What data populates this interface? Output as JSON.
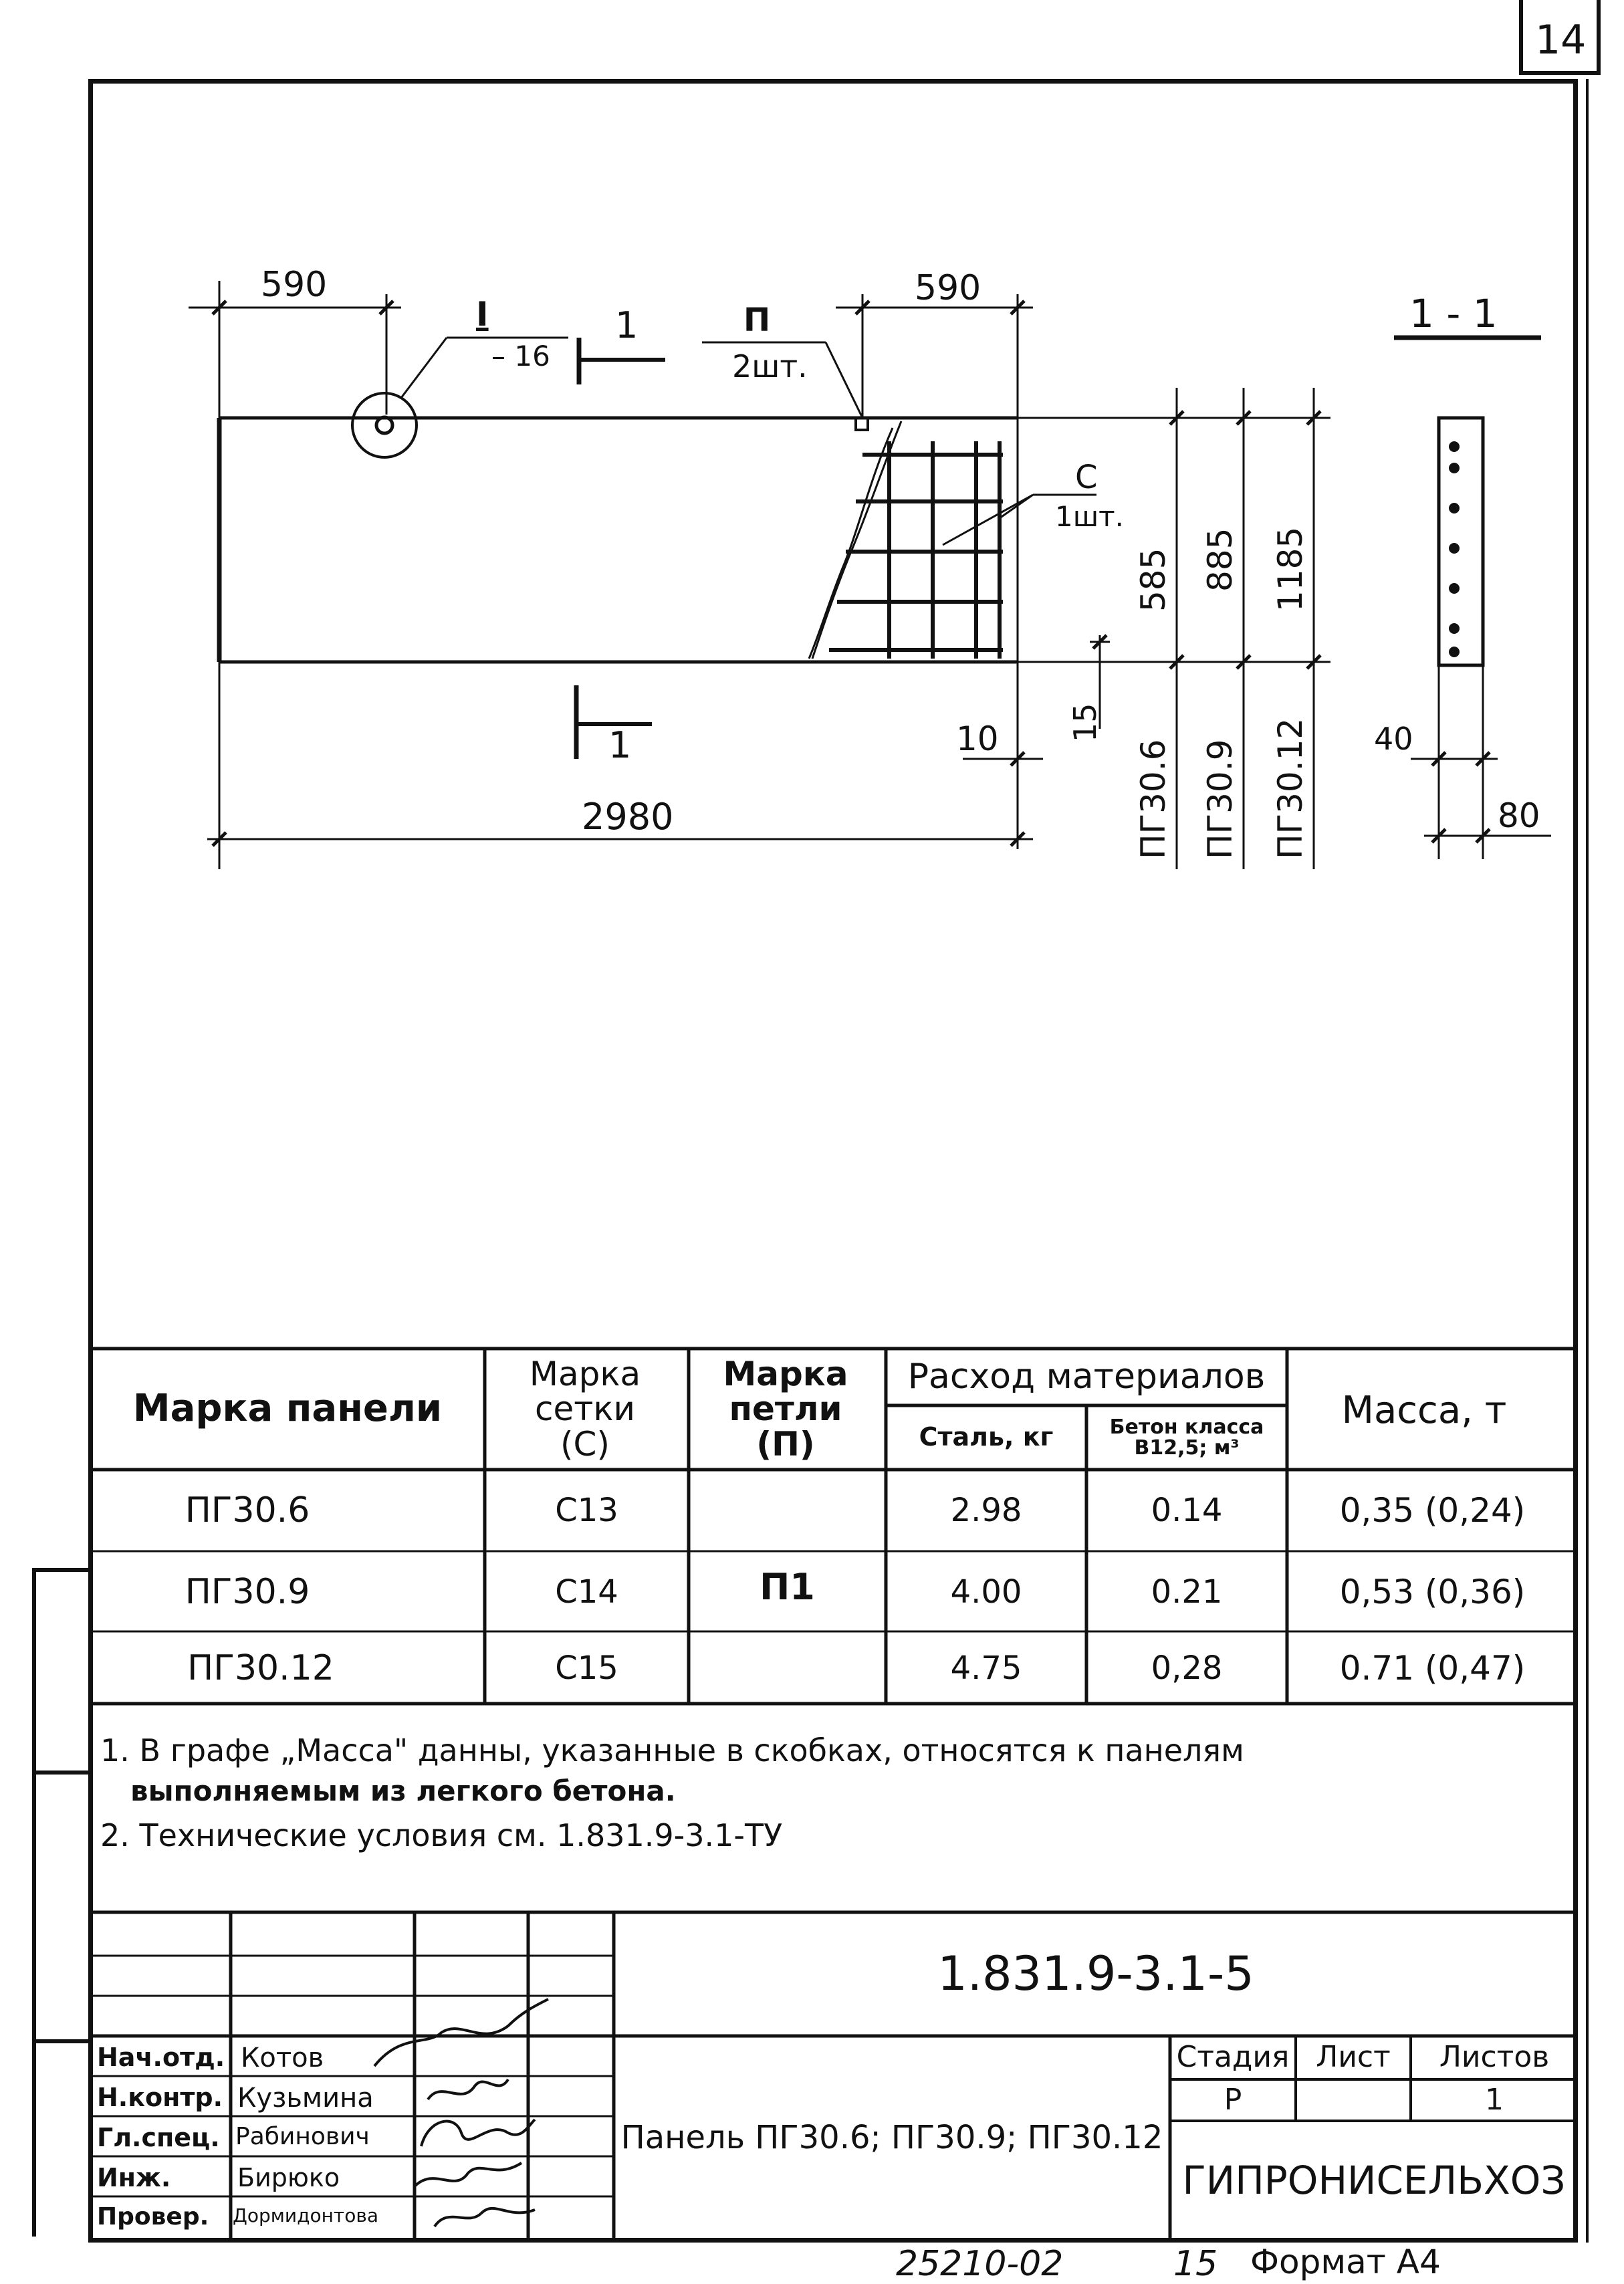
{
  "sheet": {
    "page_number": "14"
  },
  "drawing": {
    "dim_top_left": "590",
    "dim_top_right": "590",
    "callout_i": "I",
    "callout_i_sub": "– 16",
    "section_mark_top": "1",
    "section_mark_bottom": "1",
    "callout_p": "П",
    "callout_p_qty": "2шт.",
    "callout_c": "С",
    "callout_c_qty": "1шт.",
    "dim_10": "10",
    "dim_15": "15",
    "dim_total_width": "2980",
    "heights": [
      {
        "value": "585",
        "mark": "ПГ30.6"
      },
      {
        "value": "885",
        "mark": "ПГ30.9"
      },
      {
        "value": "1185",
        "mark": "ПГ30.12"
      }
    ],
    "section_title": "1 - 1",
    "section_dim_40": "40",
    "section_dim_80": "80"
  },
  "table": {
    "headers": {
      "panel": "Марка панели",
      "mesh": "Марка сетки (С)",
      "loop": "Марка петли (П)",
      "consumption": "Расход материалов",
      "steel": "Сталь, кг",
      "concrete": "Бетон класса В12,5; м³",
      "mass": "Масса, т"
    },
    "rows": [
      {
        "panel": "ПГ30.6",
        "mesh": "С13",
        "steel": "2.98",
        "concrete": "0.14",
        "mass": "0,35 (0,24)"
      },
      {
        "panel": "ПГ30.9",
        "mesh": "С14",
        "steel": "4.00",
        "concrete": "0.21",
        "mass": "0,53 (0,36)"
      },
      {
        "panel": "ПГ30.12",
        "mesh": "С15",
        "steel": "4.75",
        "concrete": "0,28",
        "mass": "0.71 (0,47)"
      }
    ],
    "loop_value": "П1"
  },
  "notes": {
    "line1": "1. В графе „Масса\" данны, указанные в скобках, относятся к панелям",
    "line2": "выполняемым из легкого бетона.",
    "line3": "2. Технические условия см. 1.831.9-3.1-ТУ"
  },
  "title_block": {
    "document_code": "1.831.9-3.1-5",
    "title": "Панель ПГ30.6; ПГ30.9; ПГ30.12",
    "stage_label": "Стадия",
    "sheet_label": "Лист",
    "sheets_label": "Листов",
    "stage_value": "Р",
    "sheet_value": "",
    "sheets_value": "1",
    "organization": "ГИПРОНИСЕЛЬХОЗ",
    "staff": [
      {
        "role": "Нач.отд.",
        "name": "Котов"
      },
      {
        "role": "Н.контр.",
        "name": "Кузьмина"
      },
      {
        "role": "Гл.спец.",
        "name": "Рабинович"
      },
      {
        "role": "Инж.",
        "name": "Бирюко"
      },
      {
        "role": "Провер.",
        "name": "Дормидонтова"
      }
    ]
  },
  "footer": {
    "inventory": "25210-02",
    "copy_number": "15",
    "format": "Формат А4"
  }
}
